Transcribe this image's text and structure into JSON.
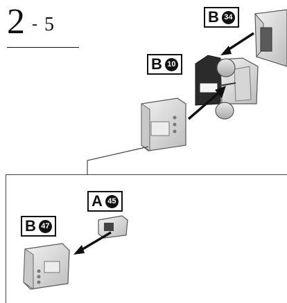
{
  "step": {
    "major": "2",
    "separator": "-",
    "minor": "5"
  },
  "callouts": [
    {
      "letter": "B",
      "number": "34"
    },
    {
      "letter": "B",
      "number": "10"
    },
    {
      "letter": "A",
      "number": "45"
    },
    {
      "letter": "B",
      "number": "47"
    }
  ]
}
